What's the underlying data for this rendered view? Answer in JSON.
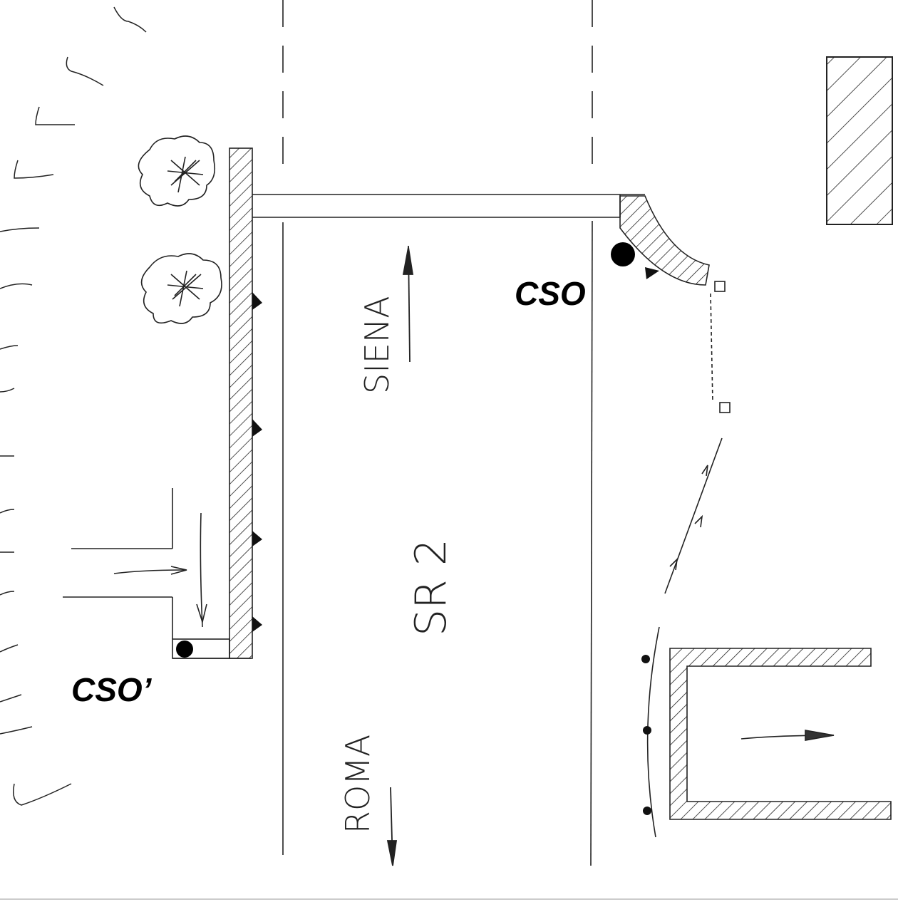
{
  "labels": {
    "cso": "CSO",
    "cso_prime": "CSO’",
    "siena": "SIENA",
    "road": "SR 2",
    "roma": "ROMA"
  }
}
